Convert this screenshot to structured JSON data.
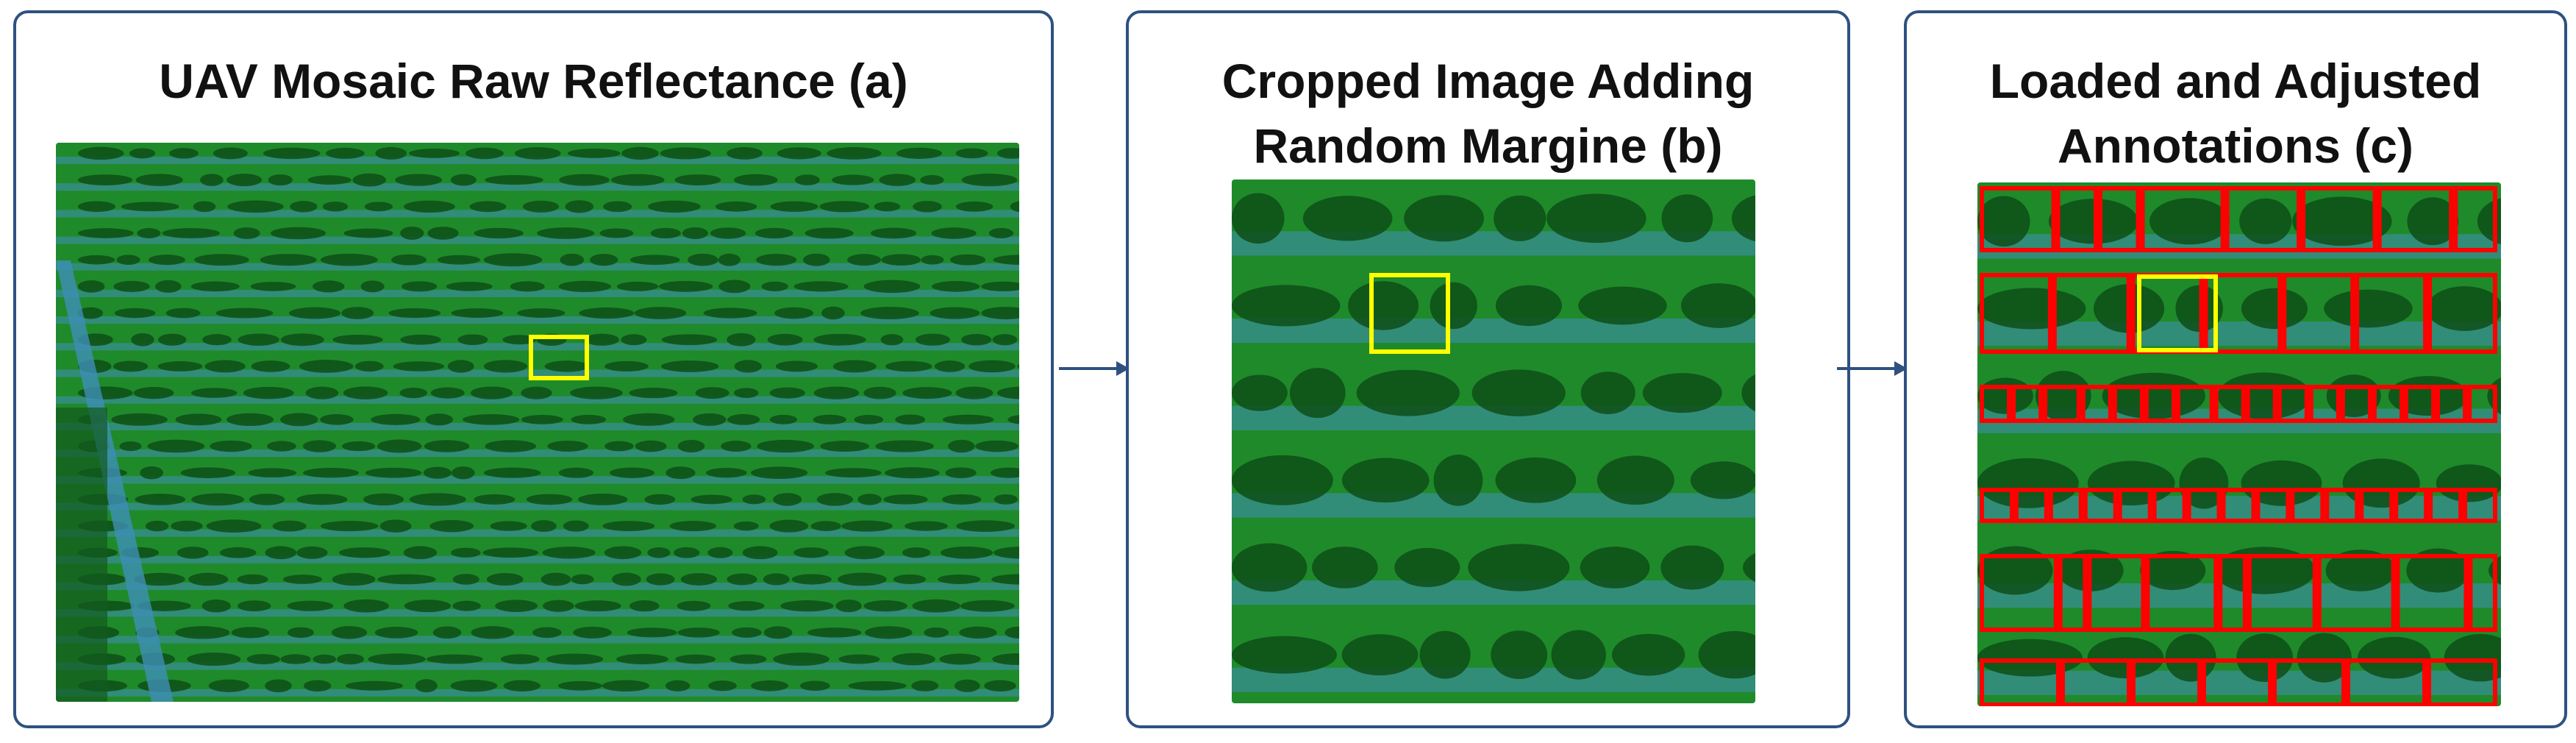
{
  "panels": [
    {
      "title": "UAV Mosaic Raw Reflectance (a)",
      "title_lines": [
        "UAV Mosaic Raw Reflectance (a)"
      ]
    },
    {
      "title": "Cropped Image Adding Random Margine (b)",
      "title_lines": [
        "Cropped Image Adding",
        "Random Margine (b)"
      ]
    },
    {
      "title": "Loaded and Adjusted Annotations (c)",
      "title_lines": [
        "Loaded and Adjusted",
        "Annotations (c)"
      ]
    }
  ],
  "colors": {
    "panel_border": "#2e5180",
    "arrow": "#2e5180",
    "field_green": "#1f8a2a",
    "canopy_dark": "#0e4d17",
    "bare_soil_blue": "#3f8fb6",
    "selection_box": "#ffff00",
    "annotation_box": "#ff0000"
  },
  "flow": [
    "panel-a",
    "panel-b",
    "panel-c"
  ]
}
